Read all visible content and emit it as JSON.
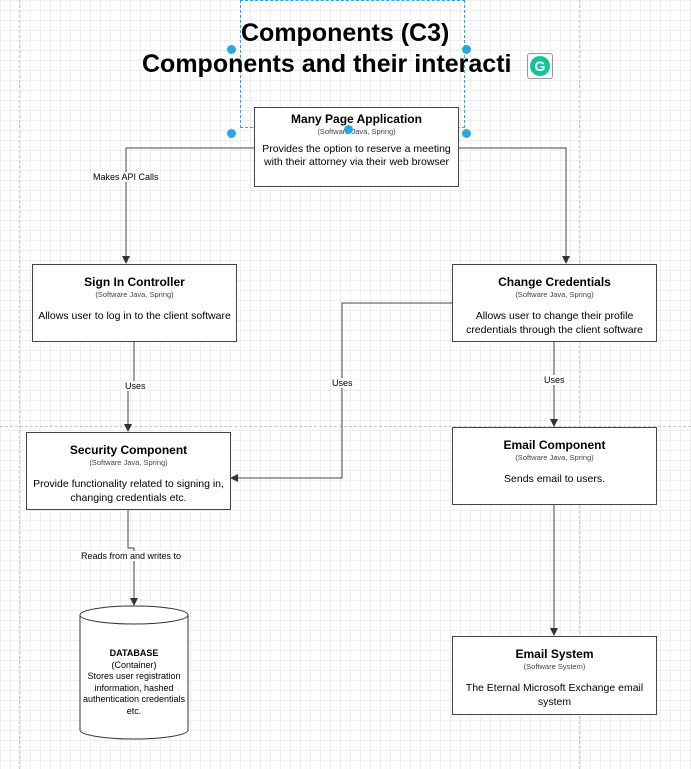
{
  "title": {
    "line1": "Components (C3)",
    "line2": "Components and their interacti"
  },
  "grammarly_icon": {
    "glyph": "G",
    "color": "#15c39a"
  },
  "nodes": {
    "app": {
      "name": "Many Page Application",
      "tech": "(Software Java, Spring)",
      "desc": "Provides the option to reserve a meeting with their attorney via their web browser"
    },
    "signin": {
      "name": "Sign In Controller",
      "tech": "(Software Java, Spring)",
      "desc": "Allows user to log in to the client software"
    },
    "change": {
      "name": "Change Credentials",
      "tech": "(Software Java, Spring)",
      "desc": "Allows user to change their profile credentials through the client software"
    },
    "security": {
      "name": "Security Component",
      "tech": "(Software Java, Spring)",
      "desc": "Provide functionality related to signing in, changing credentials etc."
    },
    "email": {
      "name": "Email Component",
      "tech": "(Software Java, Spring)",
      "desc": "Sends email to users."
    },
    "database": {
      "name": "DATABASE",
      "tech": "(Container)",
      "desc": "Stores user registration information, hashed authentication credentials etc."
    },
    "emailsys": {
      "name": "Email System",
      "tech": "(Software System)",
      "desc": "The Eternal Microsoft Exchange email system"
    }
  },
  "edges": {
    "app_signin": "Makes API Calls",
    "signin_security": "Uses",
    "change_security": "Uses",
    "change_email": "Uses",
    "security_db": "Reads from and writes to"
  },
  "colors": {
    "selection": "#29a8e0",
    "stroke": "#444444"
  }
}
